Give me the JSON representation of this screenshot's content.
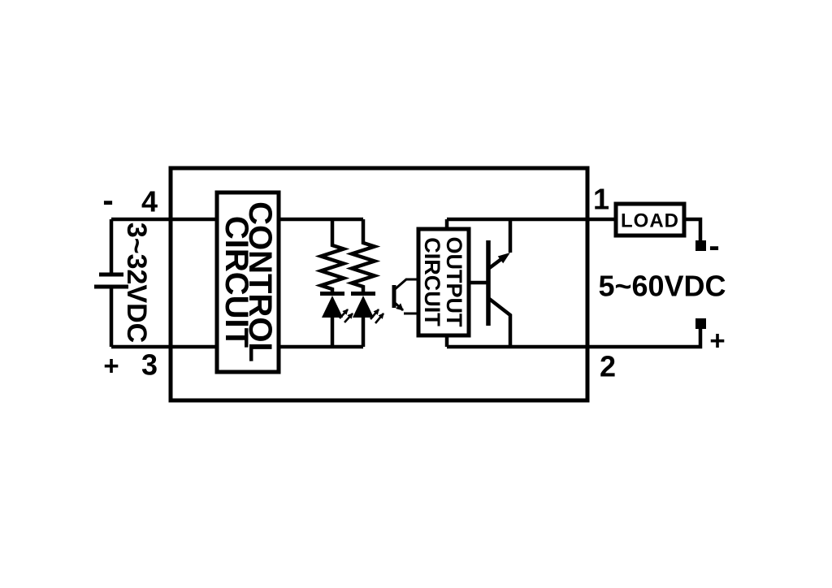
{
  "colors": {
    "ink": "#000000",
    "paper": "#ffffff"
  },
  "control_side": {
    "voltage": "3~32VDC",
    "polarity_top": "-",
    "polarity_bottom": "+",
    "pin_top": "4",
    "pin_bottom": "3"
  },
  "relay": {
    "control_block_line1": "CONTROL",
    "control_block_line2": "CIRCUIT",
    "output_block_line1": "OUTPUT",
    "output_block_line2": "CIRCUIT",
    "pin_top": "1",
    "pin_bottom": "2"
  },
  "load_side": {
    "load_label": "LOAD",
    "voltage": "5~60VDC",
    "polarity_top": "-",
    "polarity_bottom": "+"
  }
}
